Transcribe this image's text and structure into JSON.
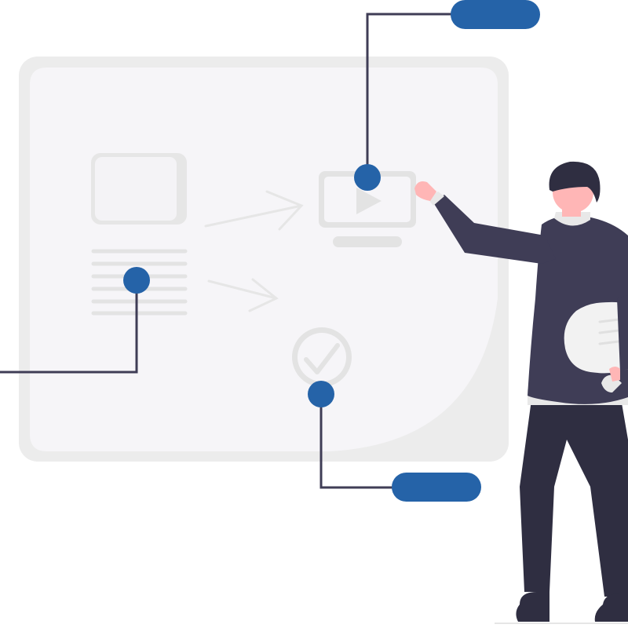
{
  "illustration": {
    "icons": {
      "image": "image-placeholder-icon",
      "text": "text-lines-icon",
      "video": "video-play-icon",
      "check": "checkmark-circle-icon",
      "person": "person-figure",
      "document": "document-icon"
    },
    "colors": {
      "accent": "#2563a8",
      "connector": "#3f3d56",
      "board_frame": "#ececec",
      "board_inner": "#f6f5f8",
      "placeholder": "#e3e3e3",
      "sweater": "#3f3d56",
      "pants": "#2f2e41",
      "hair": "#2f2e41",
      "skin": "#ffb6b6",
      "shirt": "#e8e8e8"
    },
    "pills": [
      {
        "name": "top-pill"
      },
      {
        "name": "bottom-pill"
      }
    ]
  }
}
